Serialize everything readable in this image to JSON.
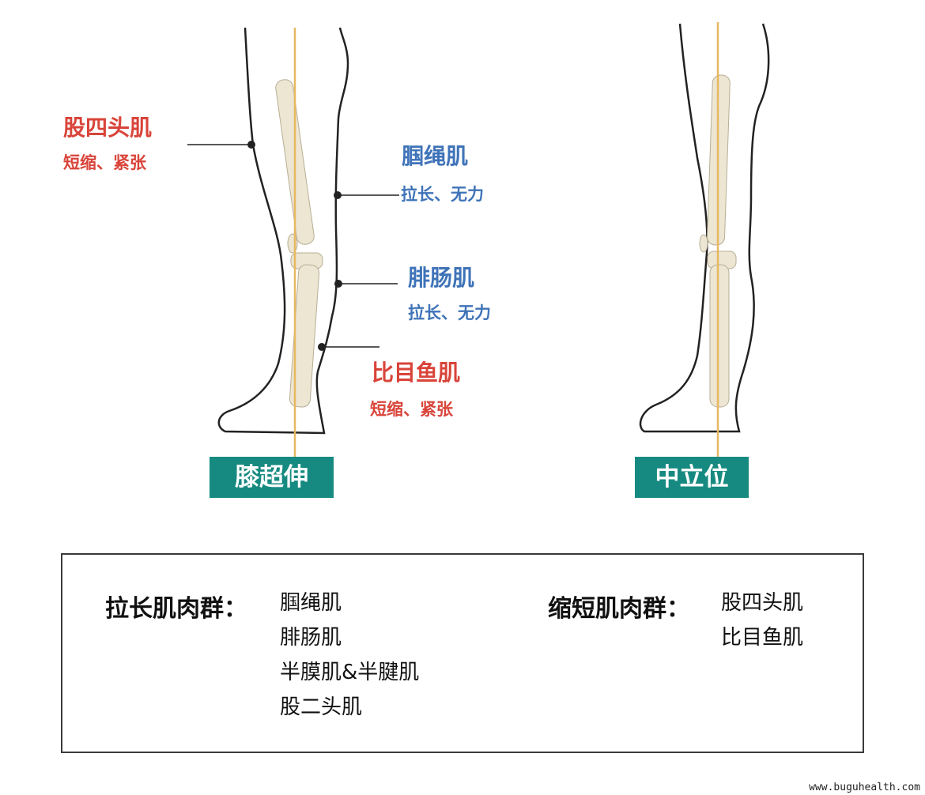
{
  "left_figure": {
    "label": "膝超伸",
    "annotations": [
      {
        "name": "股四头肌",
        "state": "短缩、紧张",
        "color": "#d9443a"
      },
      {
        "name": "腘绳肌",
        "state": "拉长、无力",
        "color": "#3f73b8"
      },
      {
        "name": "腓肠肌",
        "state": "拉长、无力",
        "color": "#3f73b8"
      },
      {
        "name": "比目鱼肌",
        "state": "短缩、紧张",
        "color": "#d9443a"
      }
    ]
  },
  "right_figure": {
    "label": "中立位"
  },
  "summary": {
    "lengthened": {
      "title": "拉长肌肉群：",
      "items": [
        "腘绳肌",
        "腓肠肌",
        "半膜肌&半腱肌",
        "股二头肌"
      ]
    },
    "shortened": {
      "title": "缩短肌肉群：",
      "items": [
        "股四头肌",
        "比目鱼肌"
      ]
    }
  },
  "watermark": "www.buguhealth.com",
  "colors": {
    "teal": "#168a80",
    "plumb_line": "#e8b860",
    "bone": "#ece6d3"
  }
}
